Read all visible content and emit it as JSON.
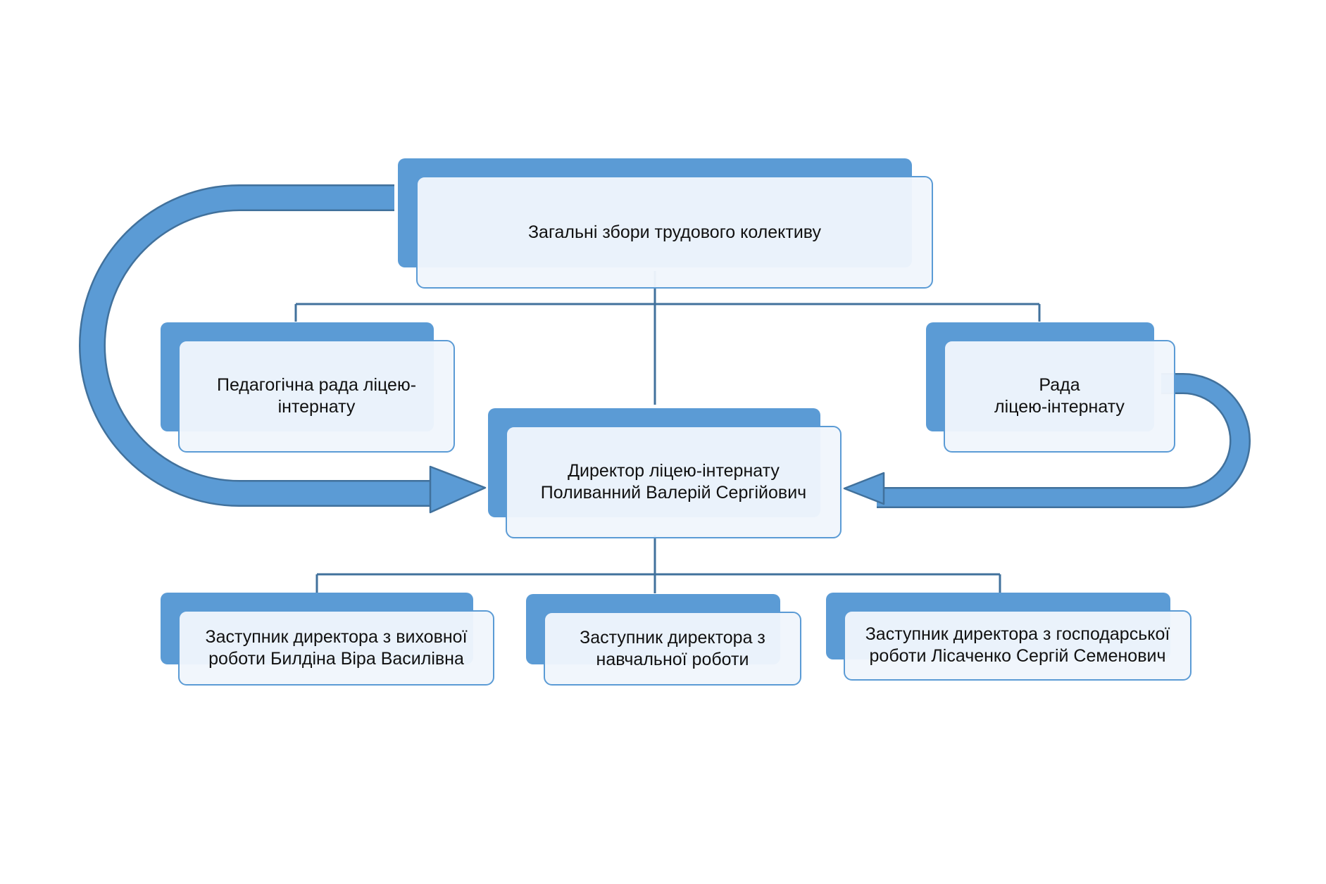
{
  "diagram": {
    "top_box": {
      "text": "Загальні збори трудового колективу"
    },
    "left_council": {
      "text": "Педагогічна рада ліцею-\nінтернату"
    },
    "right_council": {
      "text": "Рада\nліцею-інтернату"
    },
    "director": {
      "text": "Директор ліцею-інтернату\nПоливанний Валерій Сергійович"
    },
    "deputies": [
      {
        "text": "Заступник директора з виховної\nроботи Билдіна Віра Василівна"
      },
      {
        "text": "Заступник директора з\nнавчальної роботи"
      },
      {
        "text": "Заступник директора з господарської\nроботи Лісаченко Сергій Семенович"
      }
    ]
  },
  "colors": {
    "accent": "#5b9bd5",
    "accent_dark": "#41719c",
    "card_fill": "#f0f6fc",
    "connector": "#41719c"
  }
}
